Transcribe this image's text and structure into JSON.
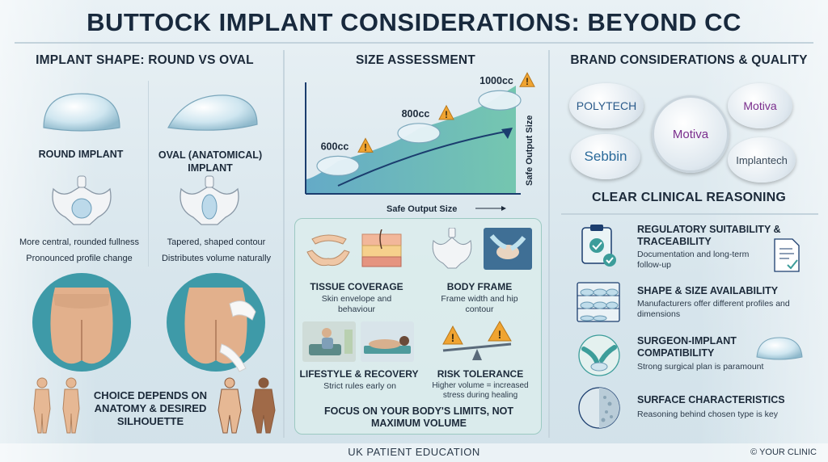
{
  "title": "BUTTOCK IMPLANT CONSIDERATIONS: BEYOND CC",
  "left": {
    "heading": "IMPLANT SHAPE: ROUND VS OVAL",
    "round_label": "ROUND IMPLANT",
    "oval_label": "OVAL (ANATOMICAL) IMPLANT",
    "round_caption_1": "More central, rounded fullness",
    "round_caption_2": "Pronounced profile change",
    "oval_caption_1": "Tapered, shaped contour",
    "oval_caption_2": "Distributes volume naturally",
    "choice_text": "CHOICE DEPENDS ON ANATOMY & DESIRED SILHOUETTE"
  },
  "middle": {
    "heading": "SIZE ASSESSMENT",
    "chart_data": {
      "type": "area",
      "x": [
        1,
        2,
        3
      ],
      "labels": [
        "600cc",
        "800cc",
        "1000cc"
      ],
      "values": [
        1,
        2,
        3
      ],
      "xlabel": "Safe Output Size",
      "ylabel": "Safe Output Size"
    },
    "factors": [
      {
        "title": "TISSUE COVERAGE",
        "text": "Skin envelope and behaviour"
      },
      {
        "title": "BODY FRAME",
        "text": "Frame width and hip contour"
      },
      {
        "title": "LIFESTYLE & RECOVERY",
        "text": "Strict rules early on"
      },
      {
        "title": "RISK TOLERANCE",
        "text": "Higher volume = increased stress during healing"
      }
    ],
    "focus_text": "FOCUS ON YOUR BODY'S LIMITS, NOT MAXIMUM VOLUME"
  },
  "right": {
    "heading": "BRAND CONSIDERATIONS & QUALITY",
    "brands": [
      "POLYTECH",
      "Motiva",
      "Motiva",
      "Sebbin",
      "Implantech"
    ],
    "reasoning_heading": "CLEAR CLINICAL REASONING",
    "items": [
      {
        "title": "REGULATORY SUITABILITY & TRACEABILITY",
        "text": "Documentation and long-term follow-up"
      },
      {
        "title": "SHAPE & SIZE AVAILABILITY",
        "text": "Manufacturers offer different profiles and dimensions"
      },
      {
        "title": "SURGEON-IMPLANT COMPATIBILITY",
        "text": "Strong surgical plan is paramount"
      },
      {
        "title": "SURFACE CHARACTERISTICS",
        "text": "Reasoning behind chosen type is key"
      }
    ]
  },
  "footer": {
    "center": "UK PATIENT EDUCATION",
    "right": "© YOUR CLINIC"
  },
  "colors": {
    "warning": "#f0a431",
    "teal": "#3c9d9a",
    "navy": "#1b3d6e",
    "skin": "#e6b894"
  }
}
